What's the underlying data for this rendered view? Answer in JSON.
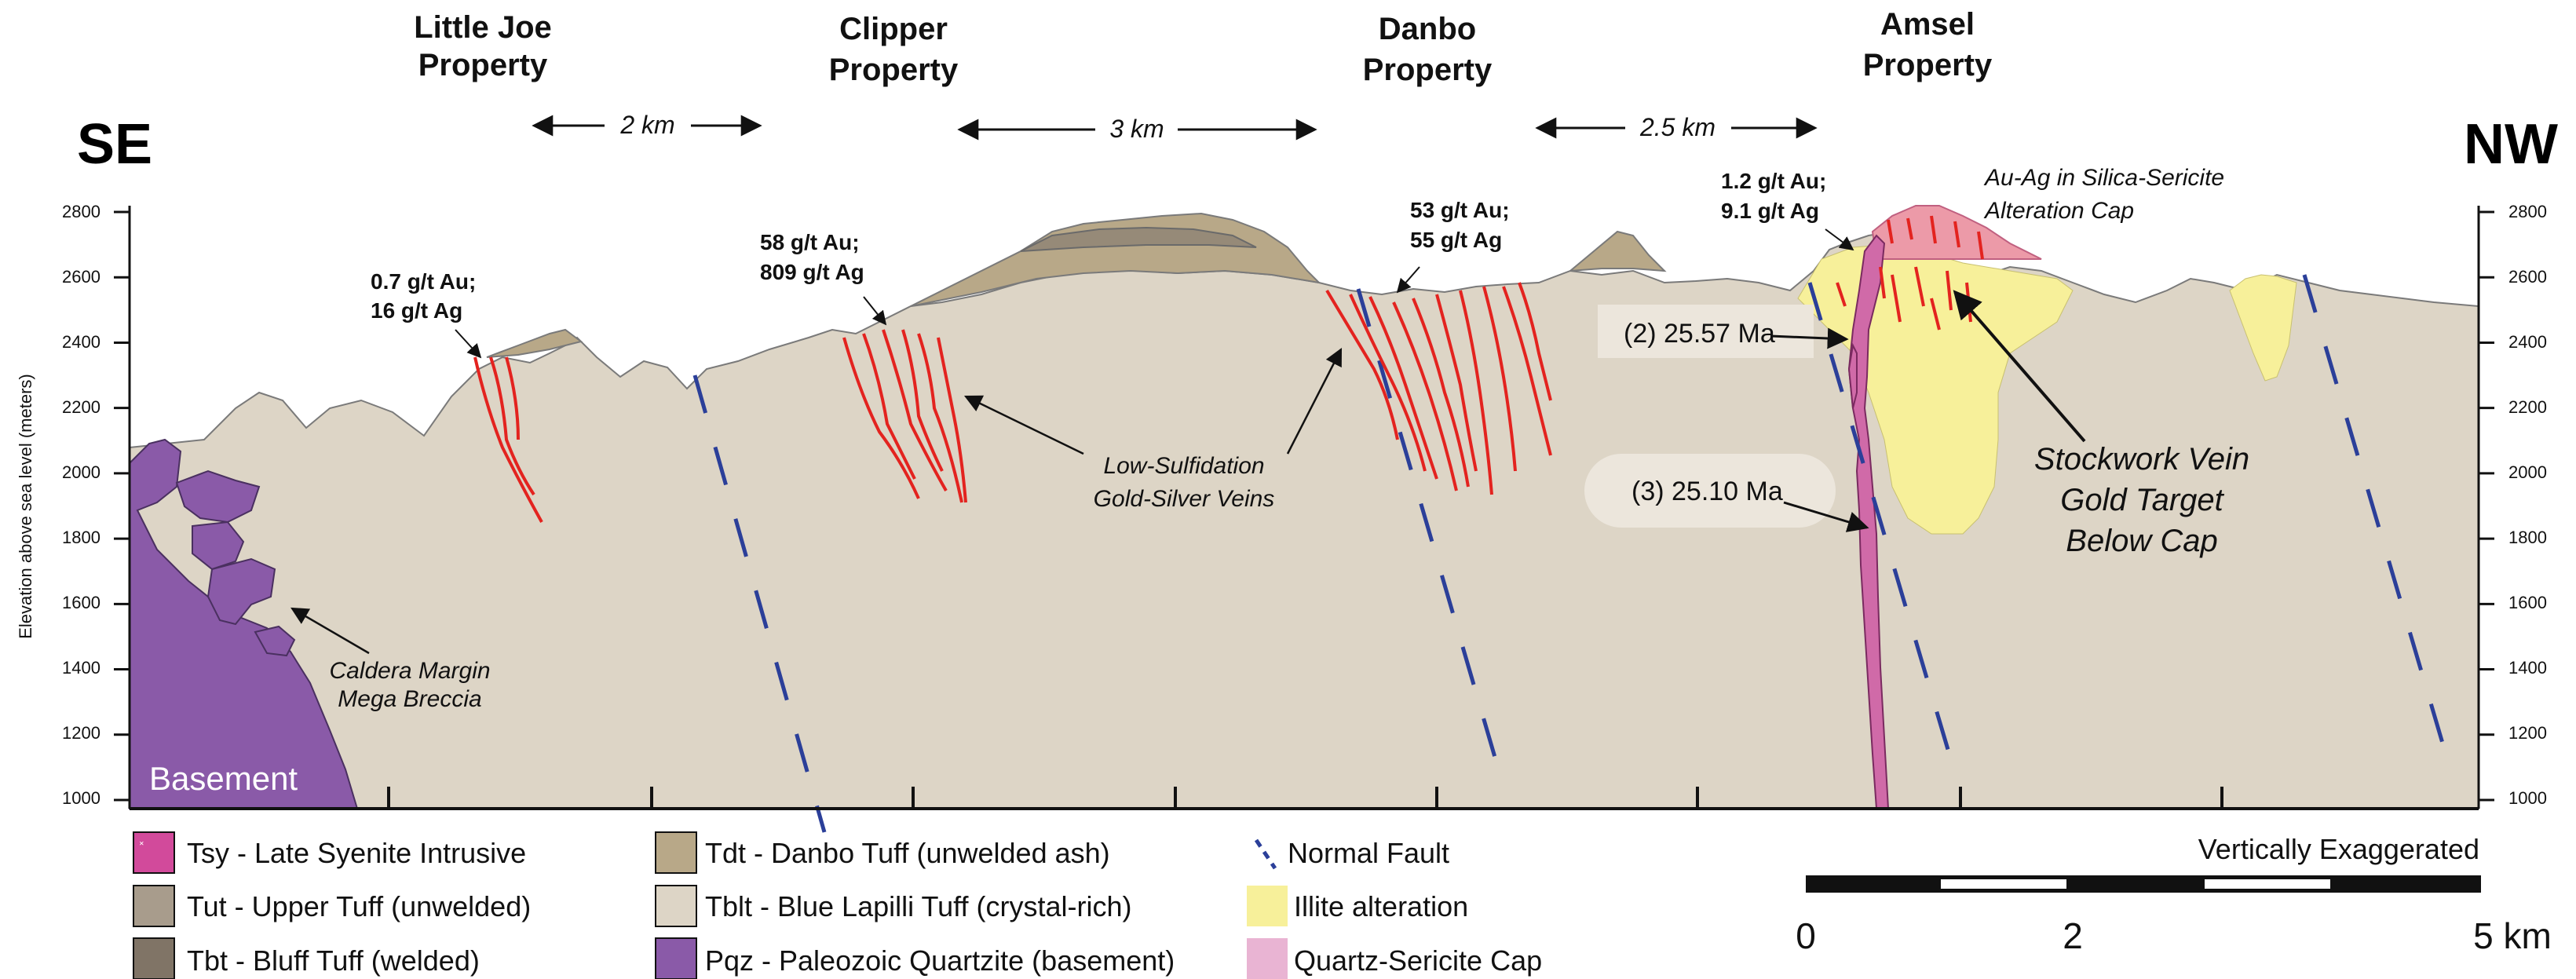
{
  "properties": {
    "little_joe": [
      "Little Joe",
      "Property"
    ],
    "clipper": [
      "Clipper",
      "Property"
    ],
    "danbo": [
      "Danbo",
      "Property"
    ],
    "amsel": [
      "Amsel",
      "Property"
    ]
  },
  "distances": {
    "d1": "2 km",
    "d2": "3 km",
    "d3": "2.5 km"
  },
  "directions": {
    "left": "SE",
    "right": "NW"
  },
  "axis": {
    "ylabel": "Elevation above sea level (meters)",
    "ticks": [
      "2800",
      "2600",
      "2400",
      "2200",
      "2000",
      "1800",
      "1600",
      "1400",
      "1200",
      "1000"
    ]
  },
  "grades": {
    "little_joe": [
      "0.7 g/t Au;",
      "16 g/t Ag"
    ],
    "clipper": [
      "58 g/t Au;",
      "809 g/t Ag"
    ],
    "danbo": [
      "53 g/t Au;",
      "55 g/t Ag"
    ],
    "amsel": [
      "1.2 g/t Au;",
      "9.1 g/t Ag"
    ]
  },
  "annotations": {
    "alteration_cap": [
      "Au-Ag in Silica-Sericite",
      "Alteration Cap"
    ],
    "stockwork": [
      "Stockwork Vein",
      "Gold Target",
      "Below Cap"
    ],
    "veins": [
      "Low-Sulfidation",
      "Gold-Silver Veins"
    ],
    "breccia": [
      "Caldera Margin",
      "Mega Breccia"
    ],
    "basement": "Basement",
    "age2": "(2) 25.57 Ma",
    "age3": "(3) 25.10 Ma"
  },
  "legend": [
    {
      "label": "Tsy - Late Syenite Intrusive",
      "color": "#d24a9b"
    },
    {
      "label": "Tdt - Danbo Tuff (unwelded ash)",
      "color": "#b8a888"
    },
    {
      "label": "Normal Fault",
      "color": "#2b3f99"
    },
    {
      "label": "Tut - Upper Tuff (unwelded)",
      "color": "#a89c8c"
    },
    {
      "label": "Tblt - Blue Lapilli Tuff (crystal-rich)",
      "color": "#ddd5c6"
    },
    {
      "label": "Illite alteration",
      "color": "#f7f09a"
    },
    {
      "label": "Tbt - Bluff Tuff (welded)",
      "color": "#807466"
    },
    {
      "label": "Pqz - Paleozoic Quartzite (basement)",
      "color": "#8a5aa8"
    },
    {
      "label": "Quartz-Sericite Cap",
      "color": "#e9b4d3"
    }
  ],
  "scale_bar": {
    "note": "Vertically Exaggerated",
    "labels": [
      "0",
      "2",
      "5 km"
    ]
  }
}
